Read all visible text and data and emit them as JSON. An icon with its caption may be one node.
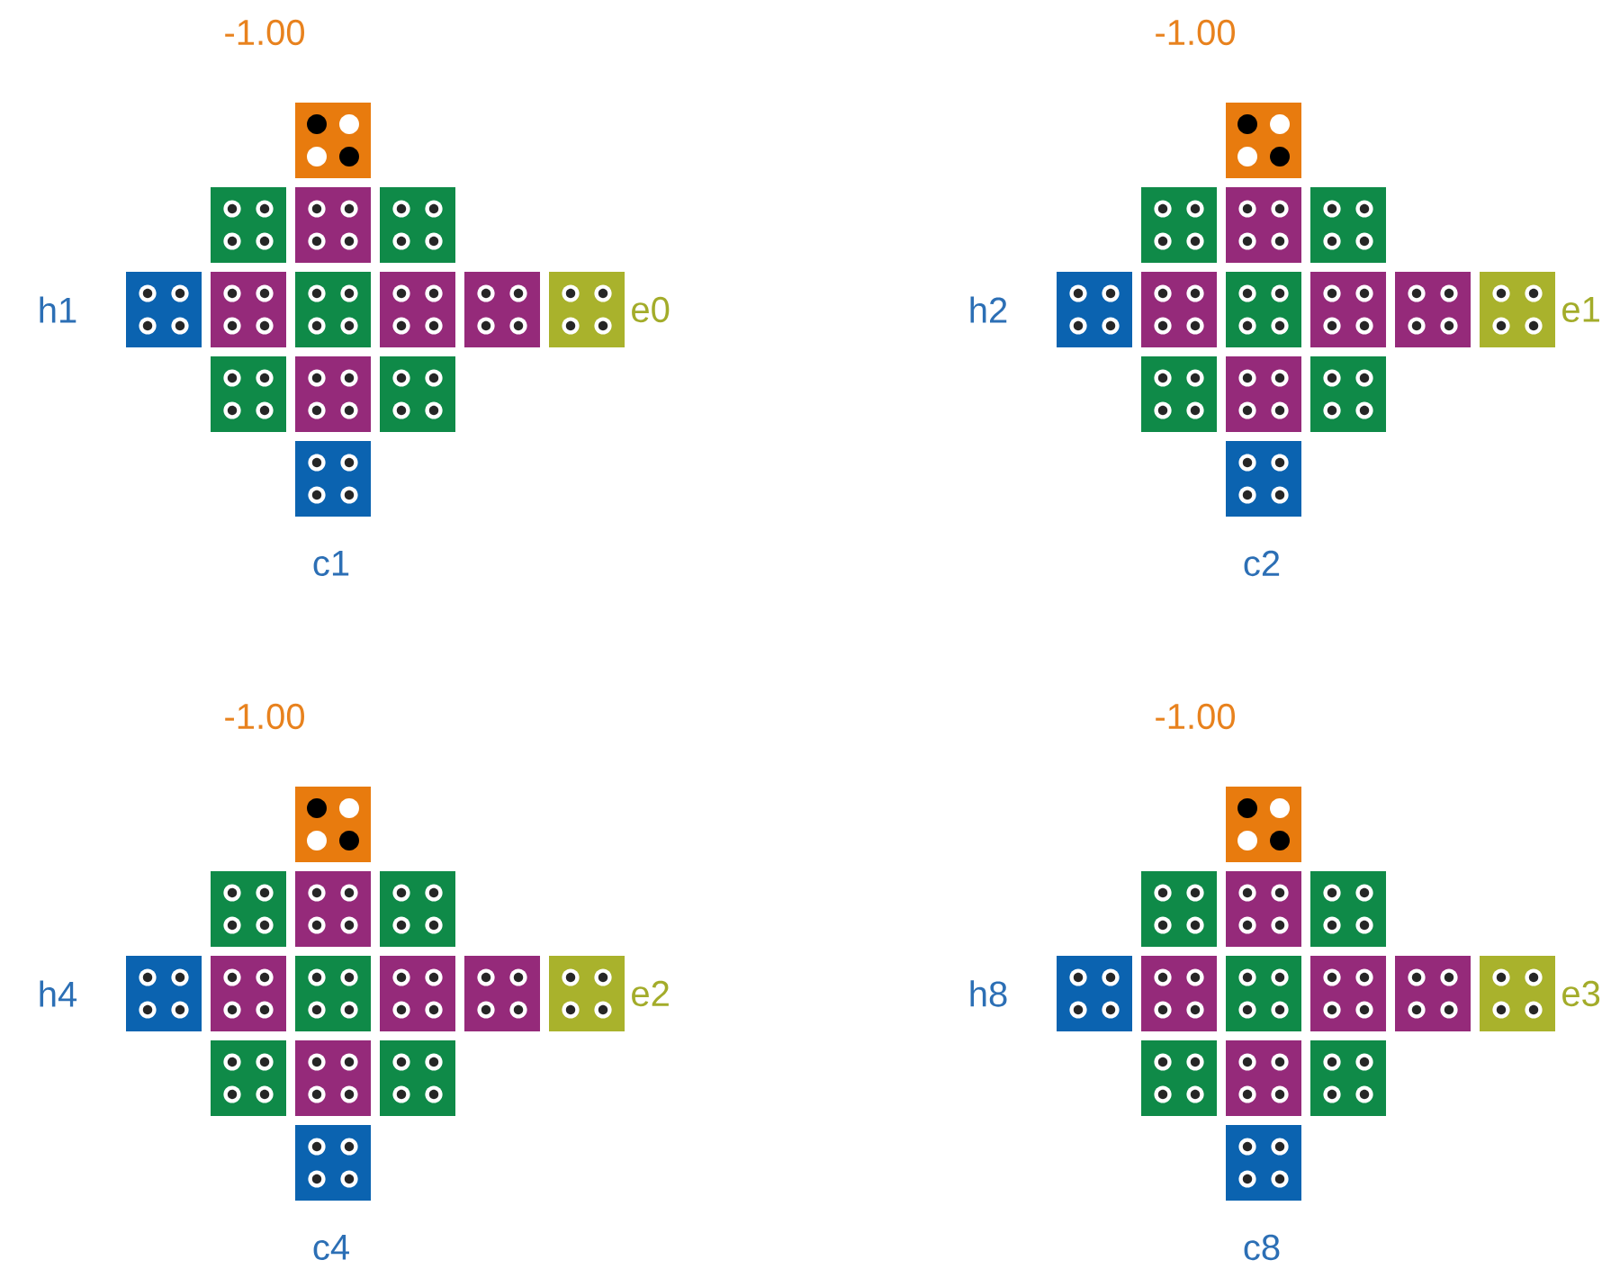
{
  "diagram": {
    "labels": [
      "-1.00",
      "-1.00",
      "h1",
      "e0",
      "h2",
      "e1",
      "c1",
      "c2",
      "-1.00",
      "-1.00",
      "h4",
      "e2",
      "h8",
      "e3",
      "c4",
      "c8"
    ]
  }
}
